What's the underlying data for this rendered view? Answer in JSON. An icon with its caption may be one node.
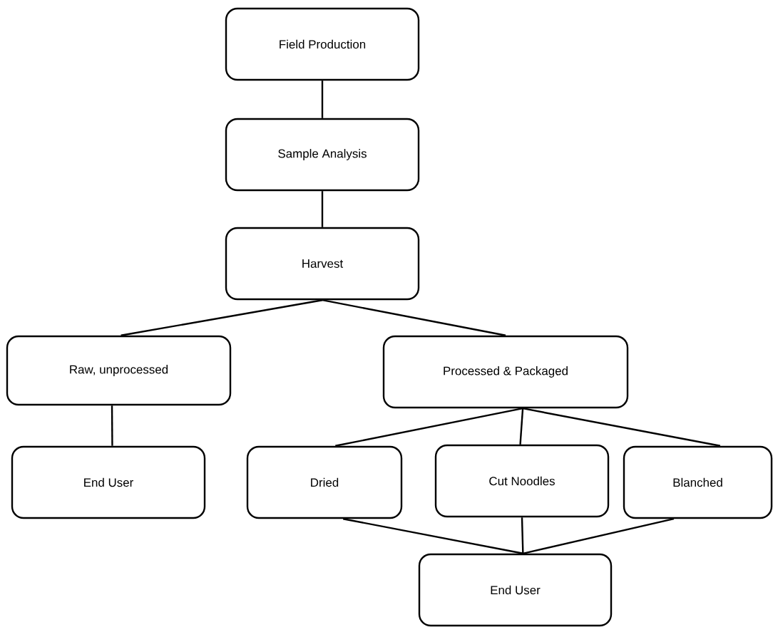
{
  "diagram": {
    "nodes": [
      {
        "text": [
          "Field Production"
        ]
      },
      {
        "text": [
          "Sample Analysis"
        ]
      },
      {
        "text": [
          "Harvest"
        ]
      },
      {
        "text": [
          "Raw, unprocessed"
        ]
      },
      {
        "text": [
          "Processed & Packaged"
        ]
      },
      {
        "text": [
          "End User"
        ]
      },
      {
        "text": [
          "Dried"
        ]
      },
      {
        "text": [
          "Cut Noodles"
        ]
      },
      {
        "text": [
          "Blanched"
        ]
      },
      {
        "text": [
          "End User"
        ]
      }
    ],
    "edges": [
      {
        "from": 0,
        "to": 1,
        "arrow": "none"
      },
      {
        "from": 1,
        "to": 2,
        "arrow": "none"
      },
      {
        "from": 2,
        "to": 3,
        "arrow": "none"
      },
      {
        "from": 2,
        "to": 4,
        "arrow": "none"
      },
      {
        "from": 3,
        "to": 5,
        "arrow": "none"
      },
      {
        "from": 4,
        "to": 6,
        "arrow": "none"
      },
      {
        "from": 4,
        "to": 7,
        "arrow": "none"
      },
      {
        "from": 4,
        "to": 8,
        "arrow": "none"
      },
      {
        "from": 6,
        "to": 9,
        "arrow": "none"
      },
      {
        "from": 7,
        "to": 9,
        "arrow": "none"
      },
      {
        "from": 8,
        "to": 9,
        "arrow": "none"
      }
    ]
  }
}
